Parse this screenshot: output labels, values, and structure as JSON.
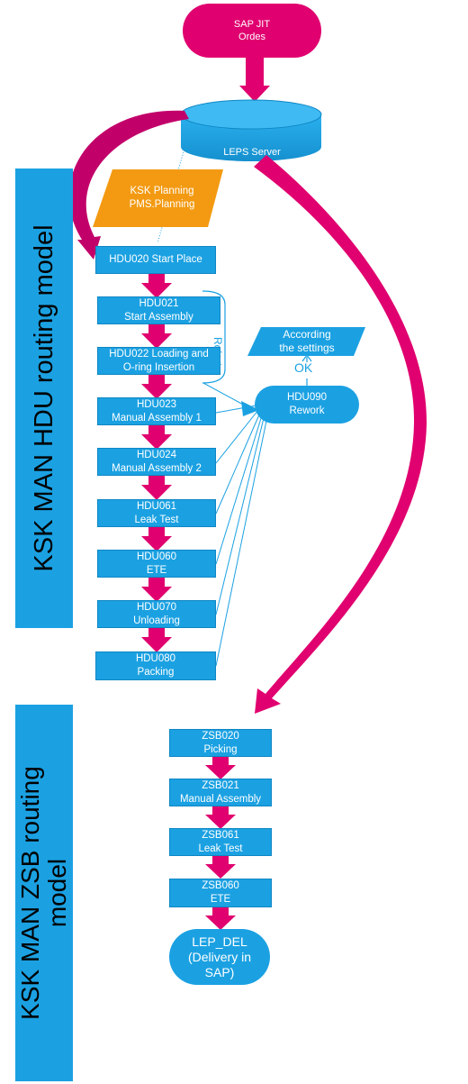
{
  "sap_jit": {
    "line1": "SAP JIT",
    "line2": "Ordes"
  },
  "leps_server": {
    "label": "LEPS Server"
  },
  "ksk_planning": {
    "line1": "KSK Planning",
    "line2": "PMS.Planning"
  },
  "hdu_model": {
    "band_label": "KSK MAN HDU routing model",
    "steps": [
      {
        "line1": "HDU020 Start Place",
        "line2": ""
      },
      {
        "line1": "HDU021",
        "line2": "Start Assembly"
      },
      {
        "line1": "HDU022 Loading and",
        "line2": "O-ring Insertion"
      },
      {
        "line1": "HDU023",
        "line2": "Manual Assembly 1"
      },
      {
        "line1": "HDU024",
        "line2": "Manual Assembly 2"
      },
      {
        "line1": "HDU061",
        "line2": "Leak Test"
      },
      {
        "line1": "HDU060",
        "line2": "ETE"
      },
      {
        "line1": "HDU070",
        "line2": "Unloading"
      },
      {
        "line1": "HDU080",
        "line2": "Packing"
      }
    ],
    "robot_label": "Robot",
    "rework": {
      "line1": "HDU090",
      "line2": "Rework"
    },
    "ok_label": "OK",
    "settings": {
      "line1": "According",
      "line2": "the settings"
    }
  },
  "zsb_model": {
    "band_line1": "KSK MAN ZSB routing",
    "band_line2": "model",
    "steps": [
      {
        "line1": "ZSB020",
        "line2": "Picking"
      },
      {
        "line1": "ZSB021",
        "line2": "Manual Assembly"
      },
      {
        "line1": "ZSB061",
        "line2": "Leak Test"
      },
      {
        "line1": "ZSB060",
        "line2": "ETE"
      }
    ],
    "delivery": {
      "line1": "LEP_DEL",
      "line2": "(Delivery in",
      "line3": "SAP)"
    }
  },
  "colors": {
    "process_blue": "#1ba1e2",
    "flow_magenta": "#e0006f",
    "planning_orange": "#f39a12",
    "band_text": "#000000"
  }
}
